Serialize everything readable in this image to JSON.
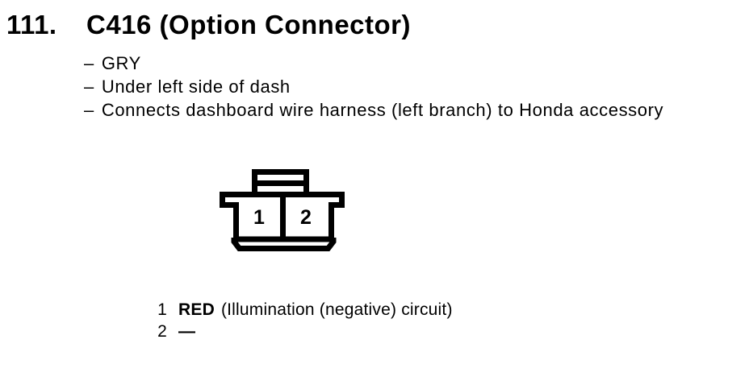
{
  "colors": {
    "ink": "#000000",
    "background": "#ffffff"
  },
  "heading": {
    "number": "111.",
    "title": "C416 (Option Connector)"
  },
  "notes": {
    "marker": "–",
    "items": [
      "GRY",
      "Under left side of dash",
      "Connects dashboard wire harness (left branch) to Honda accessory"
    ]
  },
  "diagram": {
    "cavities": [
      "1",
      "2"
    ]
  },
  "pins": [
    {
      "number": "1",
      "color": "RED",
      "description": "(Illumination (negative) circuit)"
    },
    {
      "number": "2",
      "color": "—",
      "description": ""
    }
  ]
}
